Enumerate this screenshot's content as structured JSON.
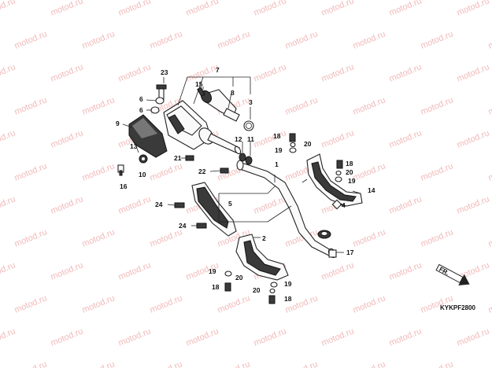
{
  "watermark": "motod.ru",
  "diagram_code": "KYKPF2800",
  "front_marker": "FR.",
  "callouts": [
    "1",
    "2",
    "3",
    "4",
    "5",
    "6",
    "7",
    "8",
    "9",
    "10",
    "11",
    "12",
    "13",
    "14",
    "15",
    "16",
    "17",
    "18",
    "19",
    "20",
    "21",
    "22",
    "23",
    "24"
  ]
}
